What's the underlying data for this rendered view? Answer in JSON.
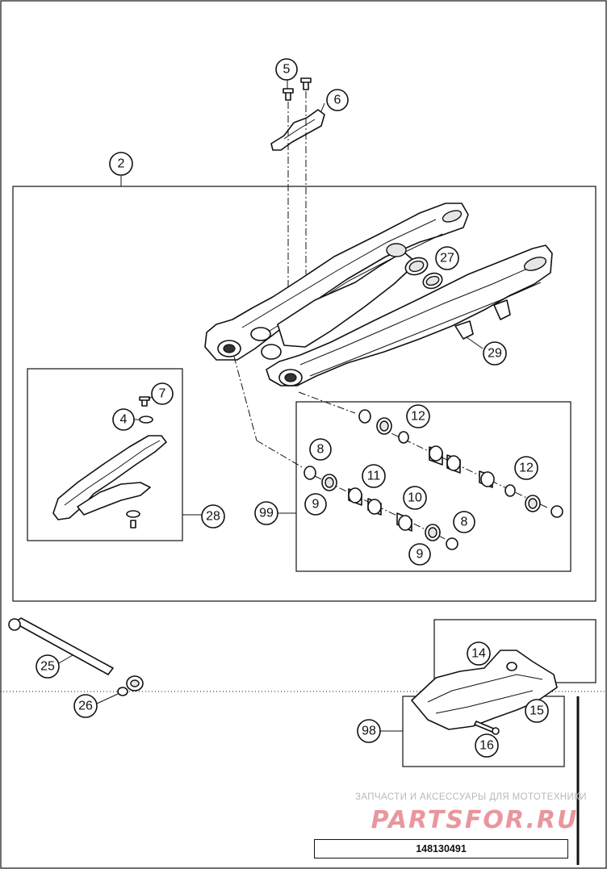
{
  "diagram": {
    "drawing_number": "148130491",
    "callouts": [
      {
        "id": "c2",
        "label": "2"
      },
      {
        "id": "c4",
        "label": "4"
      },
      {
        "id": "c5",
        "label": "5"
      },
      {
        "id": "c6",
        "label": "6"
      },
      {
        "id": "c7",
        "label": "7"
      },
      {
        "id": "c8a",
        "label": "8"
      },
      {
        "id": "c8b",
        "label": "8"
      },
      {
        "id": "c9a",
        "label": "9"
      },
      {
        "id": "c9b",
        "label": "9"
      },
      {
        "id": "c10",
        "label": "10"
      },
      {
        "id": "c11",
        "label": "11"
      },
      {
        "id": "c12a",
        "label": "12"
      },
      {
        "id": "c12b",
        "label": "12"
      },
      {
        "id": "c14",
        "label": "14"
      },
      {
        "id": "c15",
        "label": "15"
      },
      {
        "id": "c16",
        "label": "16"
      },
      {
        "id": "c25",
        "label": "25"
      },
      {
        "id": "c26",
        "label": "26"
      },
      {
        "id": "c27",
        "label": "27"
      },
      {
        "id": "c28",
        "label": "28"
      },
      {
        "id": "c29",
        "label": "29"
      },
      {
        "id": "c98",
        "label": "98"
      },
      {
        "id": "c99",
        "label": "99"
      }
    ]
  },
  "watermark": {
    "tagline": "ЗАПЧАСТИ И АКСЕССУАРЫ ДЛЯ МОТОТЕХНИКИ",
    "logo_text": "PARTSFOR.RU",
    "color": "#e4737d"
  }
}
